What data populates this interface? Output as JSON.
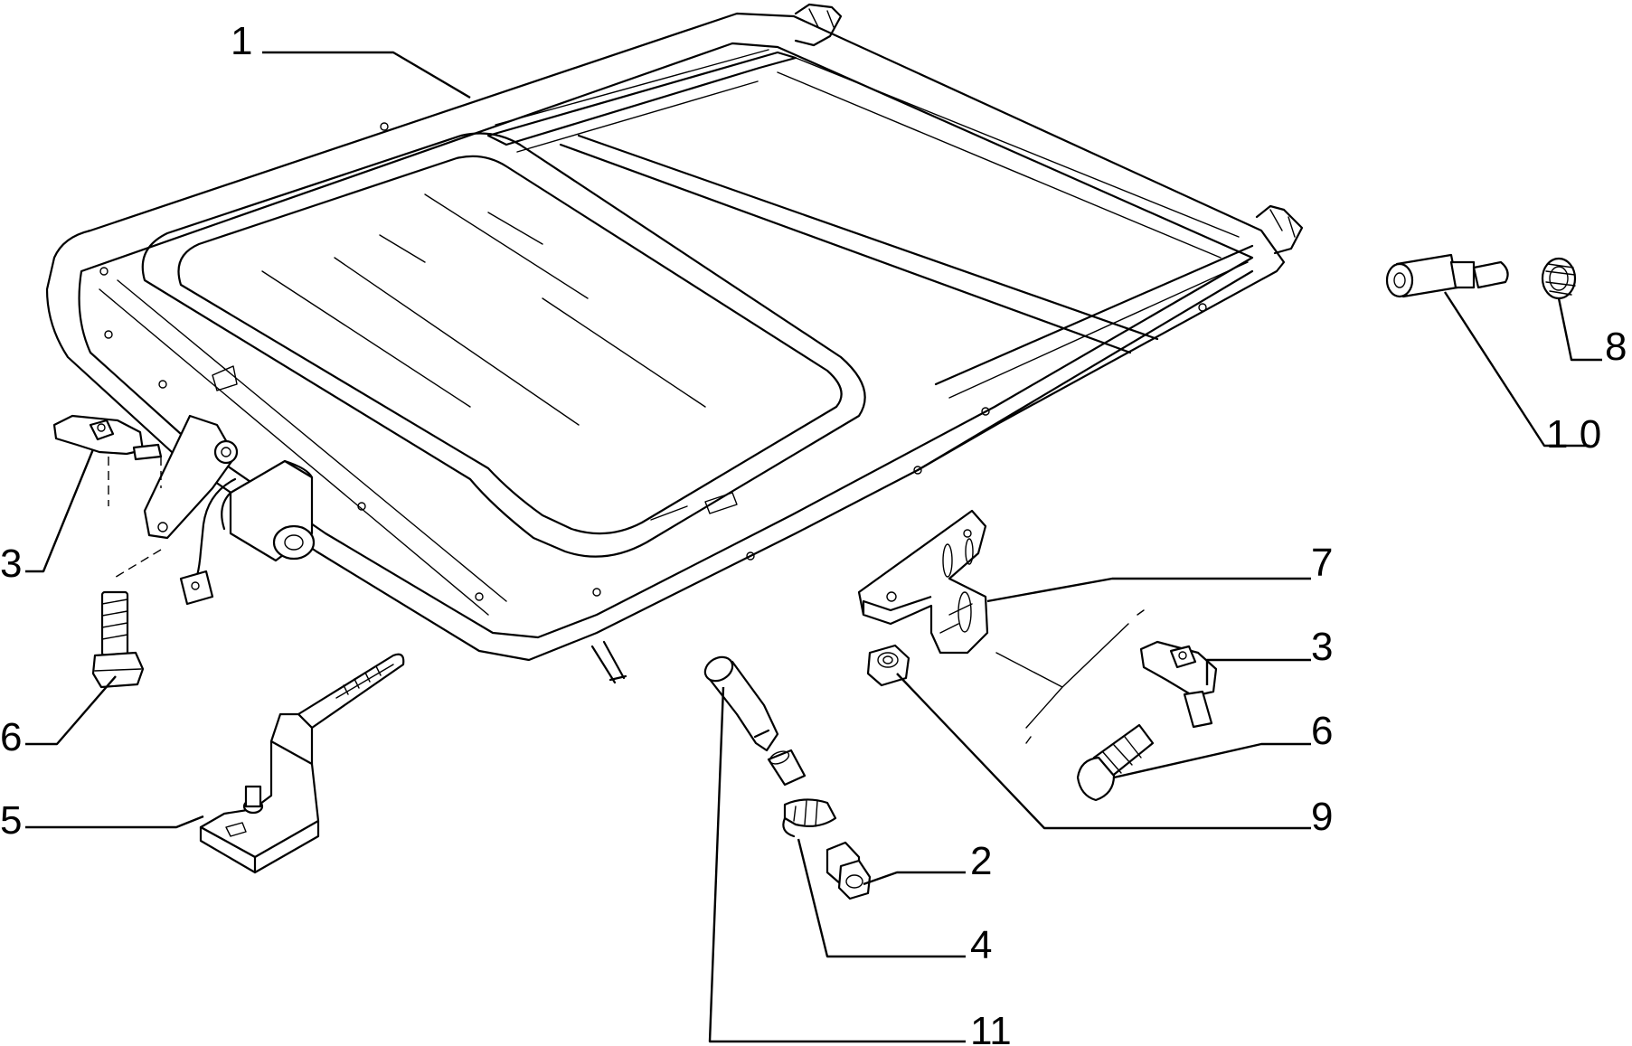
{
  "callouts": [
    {
      "id": "c1a",
      "text": "1"
    },
    {
      "id": "c3a",
      "text": "3"
    },
    {
      "id": "c6a",
      "text": "6"
    },
    {
      "id": "c5",
      "text": "5"
    },
    {
      "id": "c8",
      "text": "8"
    },
    {
      "id": "c10",
      "text": "1 0"
    },
    {
      "id": "c7",
      "text": "7"
    },
    {
      "id": "c3b",
      "text": "3"
    },
    {
      "id": "c6b",
      "text": "6"
    },
    {
      "id": "c9",
      "text": "9"
    },
    {
      "id": "c2",
      "text": "2"
    },
    {
      "id": "c4",
      "text": "4"
    },
    {
      "id": "c11",
      "text": "11"
    }
  ]
}
